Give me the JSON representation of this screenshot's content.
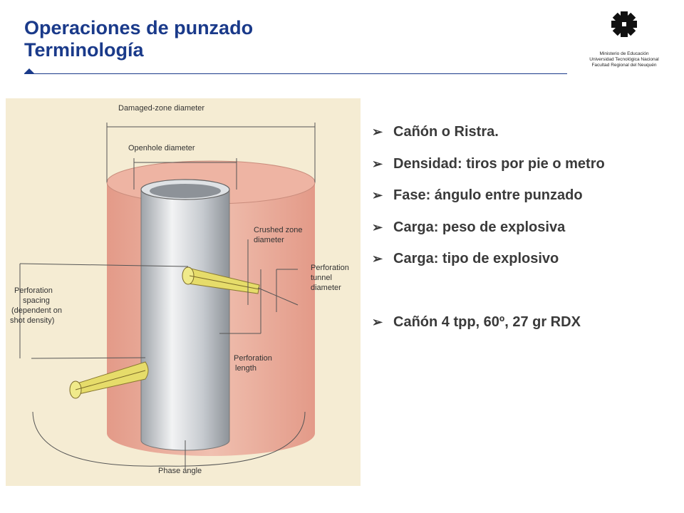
{
  "header": {
    "title_line1": "Operaciones de punzado",
    "title_line2": "Terminología"
  },
  "logo": {
    "icon": "utn-asterisk-logo-icon",
    "line1": "Ministerio de Educación",
    "line2": "Universidad Tecnológica Nacional",
    "line3": "Facultad Regional del Neuquén"
  },
  "diagram": {
    "labels": {
      "damaged_zone_diameter": "Damaged-zone diameter",
      "openhole_diameter": "Openhole diameter",
      "crushed_zone_1": "Crushed zone",
      "crushed_zone_2": "diameter",
      "perforation_tunnel_1": "Perforation",
      "perforation_tunnel_2": "tunnel",
      "perforation_tunnel_3": "diameter",
      "spacing_1": "Perforation",
      "spacing_2": "spacing",
      "spacing_3": "(dependent on",
      "spacing_4": "shot density)",
      "length_1": "Perforation",
      "length_2": "length",
      "phase_angle": "Phase angle"
    },
    "colors": {
      "background": "#f5ecd3",
      "damaged_zone": "#e9a898",
      "casing": "#c9cdd2",
      "tunnel": "#e8e070"
    }
  },
  "bullets": [
    "Cañón o Ristra.",
    "Densidad: tiros por pie o metro",
    "Fase: ángulo entre punzado",
    "Carga: peso de explosiva",
    "Carga: tipo de explosivo",
    "Cañón 4 tpp, 60º, 27 gr RDX"
  ],
  "bullet_icon": "arrow-bullet-icon"
}
